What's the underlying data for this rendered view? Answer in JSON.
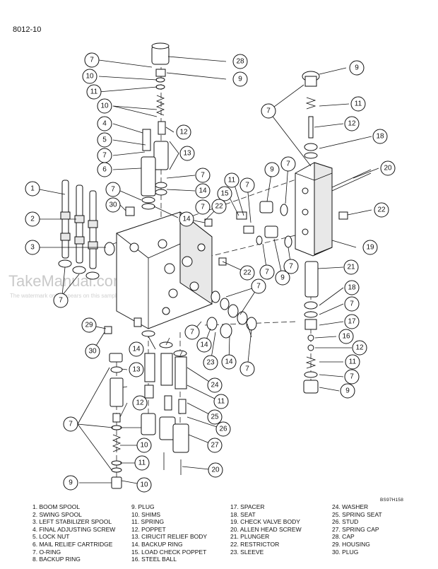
{
  "page_number": "8012-10",
  "figure_code": "BS97H158",
  "watermark": {
    "title": "TakeManual.com",
    "subtitle": "The watermark only appears on this sample"
  },
  "callouts": {
    "c1": "1",
    "c2": "2",
    "c3": "3",
    "c4": "4",
    "c5": "5",
    "c6": "6",
    "c7a": "7",
    "c7b": "7",
    "c7c": "7",
    "c7d": "7",
    "c7e": "7",
    "c7f": "7",
    "c7g": "7",
    "c7h": "7",
    "c7i": "7",
    "c7j": "7",
    "c7k": "7",
    "c7l": "7",
    "c7m": "7",
    "c9a": "9",
    "c9b": "9",
    "c9c": "9",
    "c9d": "9",
    "c9e": "9",
    "c10a": "10",
    "c10b": "10",
    "c10c": "10",
    "c10d": "10",
    "c11a": "11",
    "c11b": "11",
    "c11c": "11",
    "c11d": "11",
    "c11e": "11",
    "c11f": "11",
    "c12a": "12",
    "c12b": "12",
    "c12c": "12",
    "c12d": "12",
    "c13a": "13",
    "c13b": "13",
    "c14a": "14",
    "c14b": "14",
    "c14c": "14",
    "c14d": "14",
    "c14e": "14",
    "c15": "15",
    "c16": "16",
    "c17": "17",
    "c18a": "18",
    "c18b": "18",
    "c19": "19",
    "c20a": "20",
    "c20b": "20",
    "c21": "21",
    "c22a": "22",
    "c22b": "22",
    "c22c": "22",
    "c23": "23",
    "c24": "24",
    "c25": "25",
    "c26": "26",
    "c27": "27",
    "c28": "28",
    "c29": "29",
    "c30a": "30",
    "c30b": "30"
  },
  "legend": [
    [
      "1. BOOM SPOOL",
      "2. SWING SPOOL",
      "3. LEFT STABILIZER SPOOL",
      "4. FINAL ADJUSTING SCREW",
      "5. LOCK NUT",
      "6. MAIL RELIEF CARTRIDGE",
      "7. O-RING",
      "8. BACKUP RING"
    ],
    [
      "9. PLUG",
      "10. SHIMS",
      "11. SPRING",
      "12. POPPET",
      "13. CIRUCIT RELIEF BODY",
      "14. BACKUP RING",
      "15. LOAD CHECK POPPET",
      "16. STEEL BALL"
    ],
    [
      "17. SPACER",
      "18. SEAT",
      "19. CHECK VALVE BODY",
      "20. ALLEN HEAD SCREW",
      "21. PLUNGER",
      "22. RESTRICTOR",
      "23. SLEEVE"
    ],
    [
      "24. WASHER",
      "25. SPRING SEAT",
      "26. STUD",
      "27. SPRING CAP",
      "28. CAP",
      "29. HOUSING",
      "30. PLUG"
    ]
  ]
}
